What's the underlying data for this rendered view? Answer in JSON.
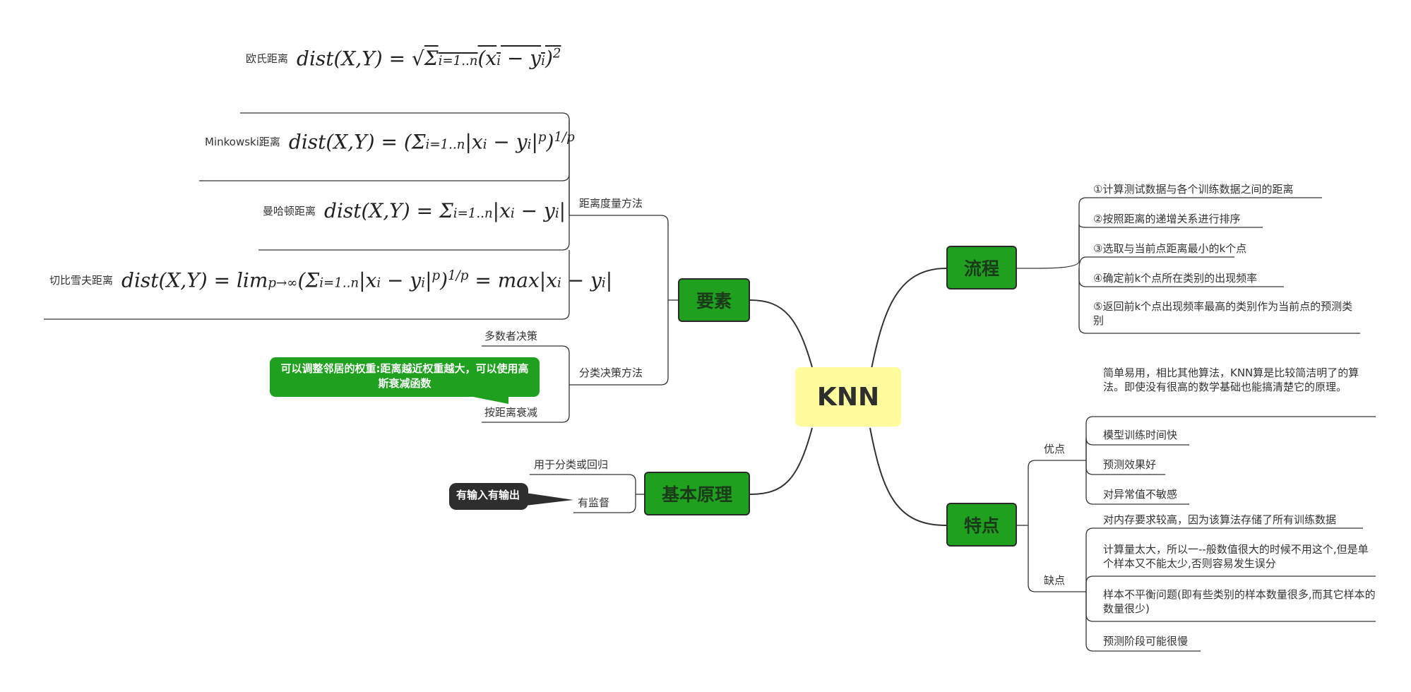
{
  "root": "KNN",
  "branches": {
    "flow": "流程",
    "features": "特点",
    "elements": "要素",
    "principle": "基本原理"
  },
  "flow_steps": [
    "①计算测试数据与各个训练数据之间的距离",
    "②按照距离的递增关系进行排序",
    "③选取与当前点距离最小的k个点",
    "④确定前k个点所在类别的出现频率",
    "⑤返回前k个点出现频率最高的类别作为当前点的预测类别"
  ],
  "features": {
    "pros_label": "优点",
    "pros_intro": "简单易用，相比其他算法，KNN算是比较简洁明了的算法。即使没有很高的数学基础也能搞清楚它的原理。",
    "pros": [
      "模型训练时间快",
      "预测效果好",
      "对异常值不敏感"
    ],
    "cons_label": "缺点",
    "cons": [
      "对内存要求较高，因为该算法存储了所有训练数据",
      "计算量太大，所以一--般数值很大的时候不用这个,但是单个样本又不能太少,否则容易发生误分",
      "样本不平衡问题(即有些类别的样本数量很多,而其它样本的数量很少)",
      "预测阶段可能很慢"
    ]
  },
  "elements": {
    "distance_label": "距离度量方法",
    "distances": [
      {
        "name": "欧氏距离",
        "formula": "dist(X,Y) = √(Σ_{i=1}^{n} (x_i − y_i)^2)"
      },
      {
        "name": "Minkowski距离",
        "formula": "dist(X,Y) = (Σ_{i=1}^{n} |x_i − y_i|^p)^{1/p}"
      },
      {
        "name": "曼哈顿距离",
        "formula": "dist(X,Y) = Σ_{i=1}^{n} |x_i − y_i|"
      },
      {
        "name": "切比雪夫距离",
        "formula": "dist(X,Y) = lim_{p→∞} (Σ_{i=1}^{n} |x_i − y_i|^p)^{1/p} = max|x_i − y_i|"
      }
    ],
    "decision_label": "分类决策方法",
    "decisions": [
      "多数者决策",
      "按距离衰减"
    ],
    "decay_note": "可以调整邻居的权重:距离越近权重越大，可以使用高斯衰减函数"
  },
  "principle": {
    "items": [
      "用于分类或回归",
      "有监督"
    ],
    "supervised_note": "有输入有输出"
  },
  "colors": {
    "branch": "#1fa11f",
    "root": "#fffc9e",
    "line": "#333333",
    "dark_note": "#2e2e2e"
  }
}
